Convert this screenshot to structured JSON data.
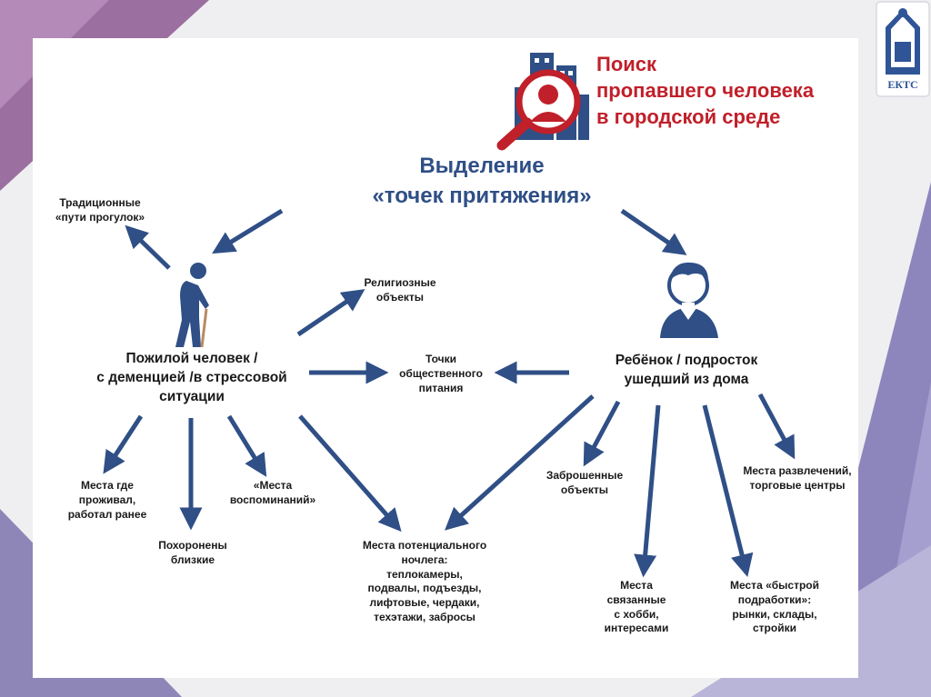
{
  "header": {
    "title_red": "Поиск\nпропавшего человека\nв городской среде",
    "title_blue": "Выделение\n«точек притяжения»",
    "logo_text": "ЕКТС"
  },
  "nodes": {
    "traditional_walks": "Традиционные\n«пути прогулок»",
    "elderly": "Пожилой человек /\nс деменцией /в стрессовой\nситуации",
    "religious": "Религиозные\nобъекты",
    "catering": "Точки\nобщественного\nпитания",
    "child": "Ребёнок / подросток\nушедший из дома",
    "lived_worked": "Места где\nпроживал,\nработал ранее",
    "buried": "Похоронены\nблизкие",
    "memories": "«Места\nвоспоминаний»",
    "overnight": "Места потенциального\nночлега:\nтеплокамеры,\nподвалы, подъезды,\nлифтовые, чердаки,\nтехэтажи, заб­росы",
    "abandoned": "Заброшенные\nобъекты",
    "hobby": "Места\nсвязанные\nс хобби,\nинтересами",
    "side_jobs": "Места «быстрой\nподработки»:\nрынки, склады,\nстройки",
    "entertainment": "Места развлечений,\nторговые центры"
  },
  "icons": [
    "city-search-magnifier-icon",
    "elderly-person-icon",
    "teen-person-icon",
    "ekts-logo-icon"
  ],
  "colors": {
    "arrow": "#2f4f86",
    "title_red": "#c0202a",
    "accent_purple": "#7b5aa6"
  }
}
